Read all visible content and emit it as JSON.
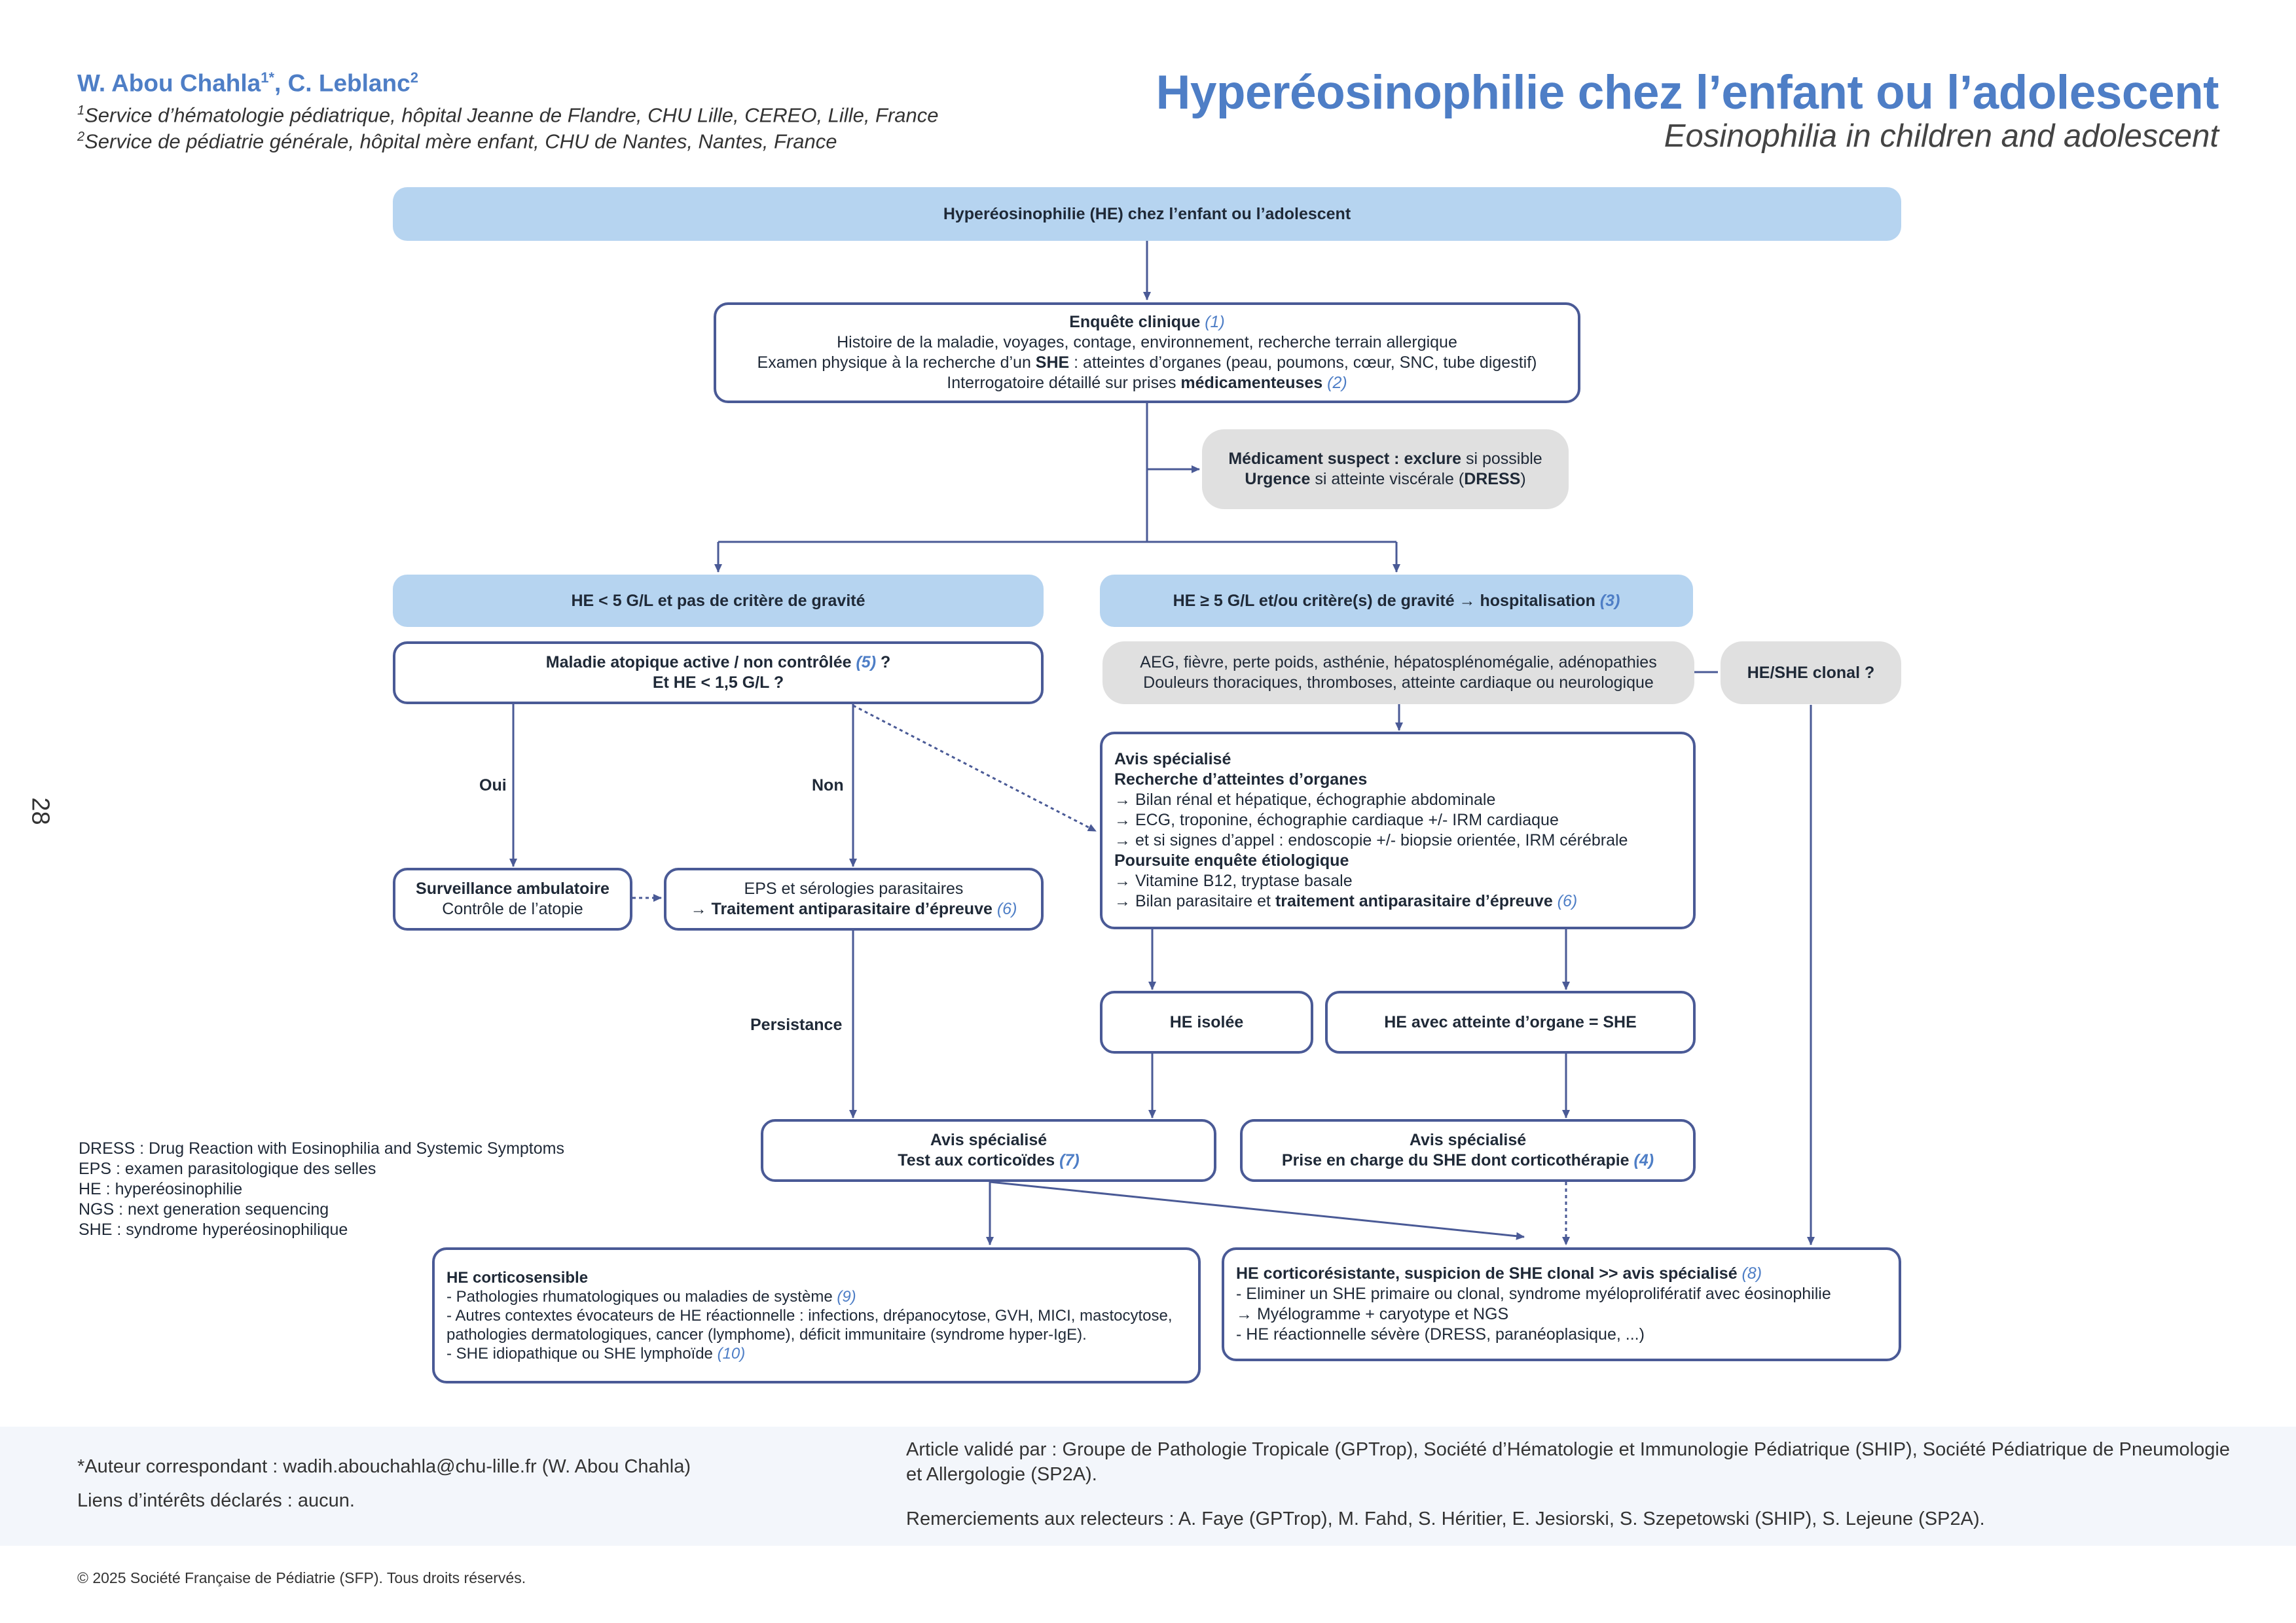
{
  "header": {
    "authors": "W. Abou Chahla",
    "authors_sup1": "1*",
    "authors_sep": ", C. Leblanc",
    "authors_sup2": "2",
    "aff1_sup": "1",
    "aff1": "Service d’hématologie pédiatrique, hôpital Jeanne de Flandre, CHU Lille, CEREO, Lille, France",
    "aff2_sup": "2",
    "aff2": "Service de pédiatrie générale, hôpital mère enfant, CHU de Nantes, Nantes, France",
    "title": "Hyperéosinophilie chez l’enfant ou l’adolescent",
    "subtitle": "Eosinophilia in children and adolescent"
  },
  "page_number": "28",
  "colors": {
    "accent_blue": "#4e7ec6",
    "box_blue": "#b6d4f0",
    "box_gray": "#e0e0e0",
    "border_navy": "#4a5a96"
  },
  "nodes": {
    "top": "Hyperéosinophilie (HE) chez l’enfant ou l’adolescent",
    "enquete": {
      "title": "Enquête clinique ",
      "ref": "(1)",
      "l1": "Histoire de la maladie, voyages, contage, environnement, recherche terrain allergique",
      "l2a": "Examen physique à la recherche d’un ",
      "l2b": "SHE",
      "l2c": " : atteintes d’organes (peau, poumons, cœur, SNC, tube digestif)",
      "l3a": "Interrogatoire détaillé sur prises ",
      "l3b": "médicamenteuses",
      "l3ref": " (2)"
    },
    "medicament": {
      "l1a": "Médicament suspect : exclure",
      "l1b": " si possible",
      "l2a": "Urgence",
      "l2b": " si atteinte viscérale (",
      "l2c": "DRESS",
      "l2d": ")"
    },
    "he_low": "HE < 5 G/L et pas de critère de gravité",
    "he_high": {
      "text": "HE ≥ 5 G/L et/ou critère(s) de gravité → hospitalisation ",
      "ref": "(3)"
    },
    "atopique": {
      "l1": "Maladie atopique active / non contrôlée ",
      "ref": "(5)",
      "l1end": " ?",
      "l2": "Et HE < 1,5 G/L ?"
    },
    "symptomes": {
      "l1": "AEG, fièvre, perte poids, asthénie, hépatosplénomégalie, adénopathies",
      "l2": "Douleurs thoraciques, thromboses, atteinte cardiaque ou neurologique"
    },
    "clonal": "HE/SHE clonal ?",
    "avis_organes": {
      "l1": "Avis spécialisé",
      "l2": "Recherche d’atteintes d’organes",
      "l3": "→ Bilan rénal et hépatique, échographie abdominale",
      "l4": "→ ECG, troponine, échographie cardiaque +/- IRM cardiaque",
      "l5": "→ et si signes d’appel : endoscopie +/- biopsie orientée, IRM cérébrale",
      "l6": "Poursuite enquête étiologique",
      "l7": "→ Vitamine B12, tryptase basale",
      "l8a": "→ Bilan parasitaire et ",
      "l8b": "traitement antiparasitaire d’épreuve",
      "l8ref": " (6)"
    },
    "surveillance": {
      "l1": "Surveillance ambulatoire",
      "l2": "Contrôle de l’atopie"
    },
    "eps": {
      "l1": "EPS et sérologies parasitaires",
      "l2a": "→ ",
      "l2b": "Traitement antiparasitaire d’épreuve",
      "l2ref": " (6)"
    },
    "he_isolee": "HE isolée",
    "he_she": "HE avec atteinte d’organe = SHE",
    "avis_cortico": {
      "l1": "Avis spécialisé",
      "l2": "Test aux corticoïdes ",
      "ref": "(7)"
    },
    "avis_she": {
      "l1": "Avis spécialisé",
      "l2": "Prise en charge du SHE dont corticothérapie ",
      "ref": "(4)"
    },
    "corticosensible": {
      "title": "HE corticosensible",
      "l1": "- Pathologies rhumatologiques ou maladies de système ",
      "l1ref": "(9)",
      "l2": "- Autres contextes évocateurs de HE réactionnelle : infections, drépanocytose, GVH, MICI, mastocytose,",
      "l3": "pathologies dermatologiques, cancer (lymphome), déficit immunitaire (syndrome hyper-IgE).",
      "l4": "- SHE idiopathique ou SHE lymphoïde ",
      "l4ref": "(10)"
    },
    "corticoresistante": {
      "title": "HE corticorésistante, suspicion de SHE clonal >> avis spécialisé ",
      "ref": "(8)",
      "l1": "- Eliminer un SHE primaire ou clonal, syndrome myéloprolifératif avec éosinophilie",
      "l2": "→ Myélogramme + caryotype et NGS",
      "l3": "- HE réactionnelle sévère (DRESS, paranéoplasique, ...)"
    }
  },
  "edge_labels": {
    "oui": "Oui",
    "non": "Non",
    "persistance": "Persistance"
  },
  "legend": [
    "DRESS : Drug Reaction with Eosinophilia and Systemic Symptoms",
    "EPS : examen parasitologique des selles",
    "HE : hyperéosinophilie",
    "NGS : next generation sequencing",
    "SHE : syndrome hyperéosinophilique"
  ],
  "footer": {
    "author": "*Auteur correspondant : wadih.abouchahla@chu-lille.fr (W. Abou Chahla)",
    "conflicts": "Liens d’intérêts déclarés : aucun.",
    "validated": "Article validé par : Groupe de Pathologie Tropicale (GPTrop), Société d’Hématologie et Immunologie Pédiatrique (SHIP), Société Pédiatrique de Pneumologie et Allergologie (SP2A).",
    "thanks": "Remerciements aux relecteurs : A. Faye (GPTrop), M. Fahd, S. Héritier, E. Jesiorski, S. Szepetowski (SHIP), S. Lejeune (SP2A).",
    "copyright": "© 2025 Société Française de Pédiatrie (SFP). Tous droits réservés."
  }
}
